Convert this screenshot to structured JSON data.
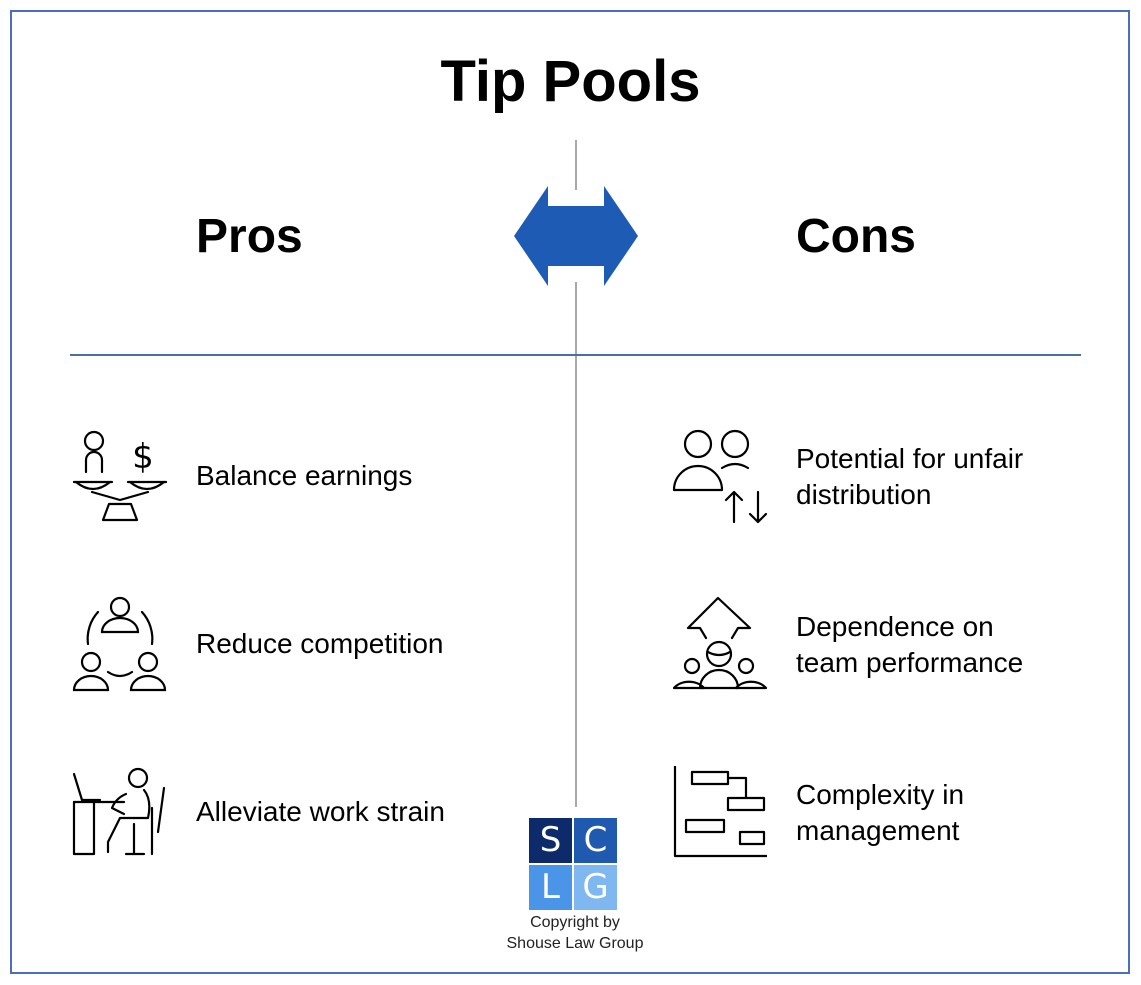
{
  "title": "Tip Pools",
  "pros": {
    "heading": "Pros",
    "items": [
      {
        "label": "Balance earnings",
        "icon": "balance-scale-person-dollar-icon"
      },
      {
        "label": "Reduce competition",
        "icon": "team-circle-icon"
      },
      {
        "label": "Alleviate work strain",
        "icon": "person-at-desk-icon"
      }
    ]
  },
  "cons": {
    "heading": "Cons",
    "items": [
      {
        "label_lines": [
          "Potential for unfair",
          "distribution"
        ],
        "icon": "two-people-arrows-icon"
      },
      {
        "label_lines": [
          "Dependence on",
          "team performance"
        ],
        "icon": "team-growth-arrow-icon"
      },
      {
        "label_lines": [
          "Complexity in",
          "management"
        ],
        "icon": "flowchart-icon"
      }
    ]
  },
  "logo": {
    "letters": [
      "S",
      "C",
      "L",
      "G"
    ],
    "colors": [
      "#0d2b6b",
      "#1f5ab0",
      "#4a95e8",
      "#7fb8f0"
    ]
  },
  "copyright_lines": [
    "Copyright by",
    "Shouse Law Group"
  ],
  "colors": {
    "arrow": "#1d5bb4",
    "frame": "#4a6fc0",
    "divider": "#4a6fa8"
  }
}
